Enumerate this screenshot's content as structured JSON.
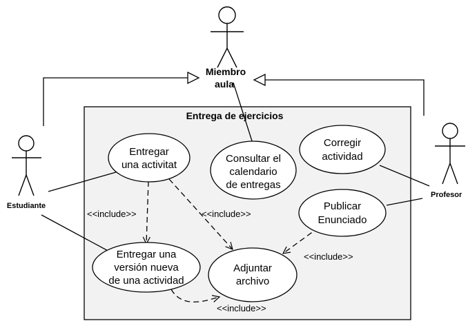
{
  "system": {
    "title": "Entrega de ejercicios"
  },
  "actors": {
    "member": {
      "lines": [
        "Miembro",
        "aula"
      ]
    },
    "student": {
      "label": "Estudiante"
    },
    "teacher": {
      "label": "Profesor"
    }
  },
  "use_cases": {
    "entregar": {
      "lines": [
        "Entregar",
        "una activitat"
      ]
    },
    "consultar": {
      "lines": [
        "Consultar el",
        "calendario",
        "de entregas"
      ]
    },
    "corregir": {
      "lines": [
        "Corregir",
        "actividad"
      ]
    },
    "publicar": {
      "lines": [
        "Publicar",
        "Enunciado"
      ]
    },
    "nueva_version": {
      "lines": [
        "Entregar una",
        "versión nueva",
        "de una actividad"
      ]
    },
    "adjuntar": {
      "lines": [
        "Adjuntar",
        "archivo"
      ]
    }
  },
  "stereotypes": {
    "include_left": "<<include>>",
    "include_center": "<<include>>",
    "include_right": "<<include>>",
    "include_bottom": "<<include>>"
  },
  "colors": {
    "system_fill": "#f2f2f2",
    "stroke": "#000000"
  }
}
